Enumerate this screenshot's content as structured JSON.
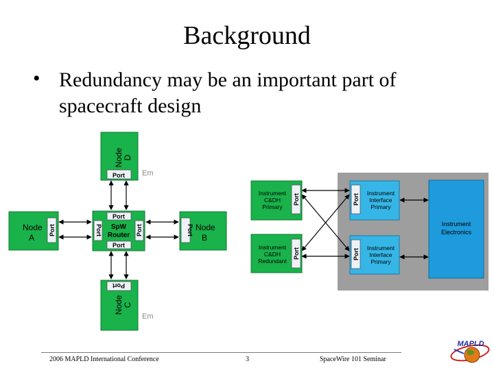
{
  "slide": {
    "title": "Background",
    "bullet": "Redundancy may be an important part of spacecraft design"
  },
  "left_diagram": {
    "router_line1": "SpW",
    "router_line2": "Router",
    "port": "Port",
    "nodes": [
      {
        "line1": "Node",
        "line2": "D"
      },
      {
        "line1": "Node",
        "line2": "A"
      },
      {
        "line1": "Node",
        "line2": "B"
      },
      {
        "line1": "Node",
        "line2": "C"
      }
    ],
    "tag": "Em"
  },
  "right_diagram": {
    "port": "Port",
    "boxes": [
      {
        "line1": "Instrument",
        "line2": "C&DH",
        "line3": "Primary"
      },
      {
        "line1": "Instrument",
        "line2": "C&DH",
        "line3": "Redundant"
      },
      {
        "line1": "Instrument",
        "line2": "Interface",
        "line3": "Primary"
      },
      {
        "line1": "Instrument",
        "line2": "Interface",
        "line3": "Primary"
      }
    ],
    "electronics_line1": "Instrument",
    "electronics_line2": "Electronics"
  },
  "footer": {
    "left": "2006 MAPLD International Conference",
    "center": "3",
    "right": "SpaceWire 101 Seminar"
  },
  "logo": {
    "text": "MAPLD"
  },
  "colors": {
    "green": "#19b24b",
    "port": "#eef2f7",
    "gray": "#9e9e9e",
    "blue": "#1e9bdc",
    "cyan": "#35b6e6"
  }
}
